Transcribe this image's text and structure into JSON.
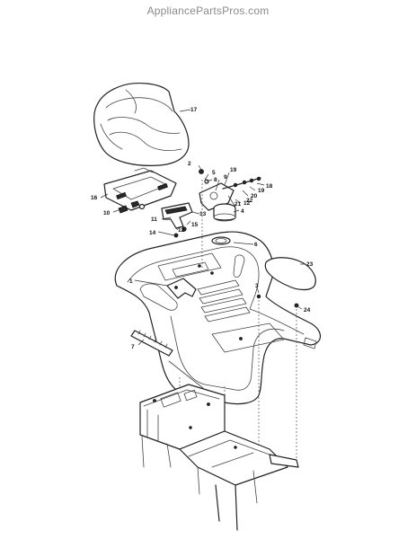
{
  "watermark": "AppliancePartsPros.com",
  "callouts": [
    {
      "id": "17",
      "label": "17"
    },
    {
      "id": "2",
      "label": "2"
    },
    {
      "id": "5",
      "label": "5"
    },
    {
      "id": "8",
      "label": "8"
    },
    {
      "id": "19a",
      "label": "19"
    },
    {
      "id": "9",
      "label": "9"
    },
    {
      "id": "18",
      "label": "18"
    },
    {
      "id": "19b",
      "label": "19"
    },
    {
      "id": "20",
      "label": "20"
    },
    {
      "id": "16",
      "label": "16"
    },
    {
      "id": "10",
      "label": "10"
    },
    {
      "id": "12a",
      "label": "12"
    },
    {
      "id": "21",
      "label": "21"
    },
    {
      "id": "22",
      "label": "22"
    },
    {
      "id": "4",
      "label": "4"
    },
    {
      "id": "13",
      "label": "13"
    },
    {
      "id": "11",
      "label": "11"
    },
    {
      "id": "15",
      "label": "15"
    },
    {
      "id": "12b",
      "label": "12"
    },
    {
      "id": "14",
      "label": "14"
    },
    {
      "id": "6",
      "label": "6"
    },
    {
      "id": "23",
      "label": "23"
    },
    {
      "id": "1",
      "label": "1"
    },
    {
      "id": "3",
      "label": "3"
    },
    {
      "id": "24",
      "label": "24"
    },
    {
      "id": "7",
      "label": "7"
    }
  ]
}
